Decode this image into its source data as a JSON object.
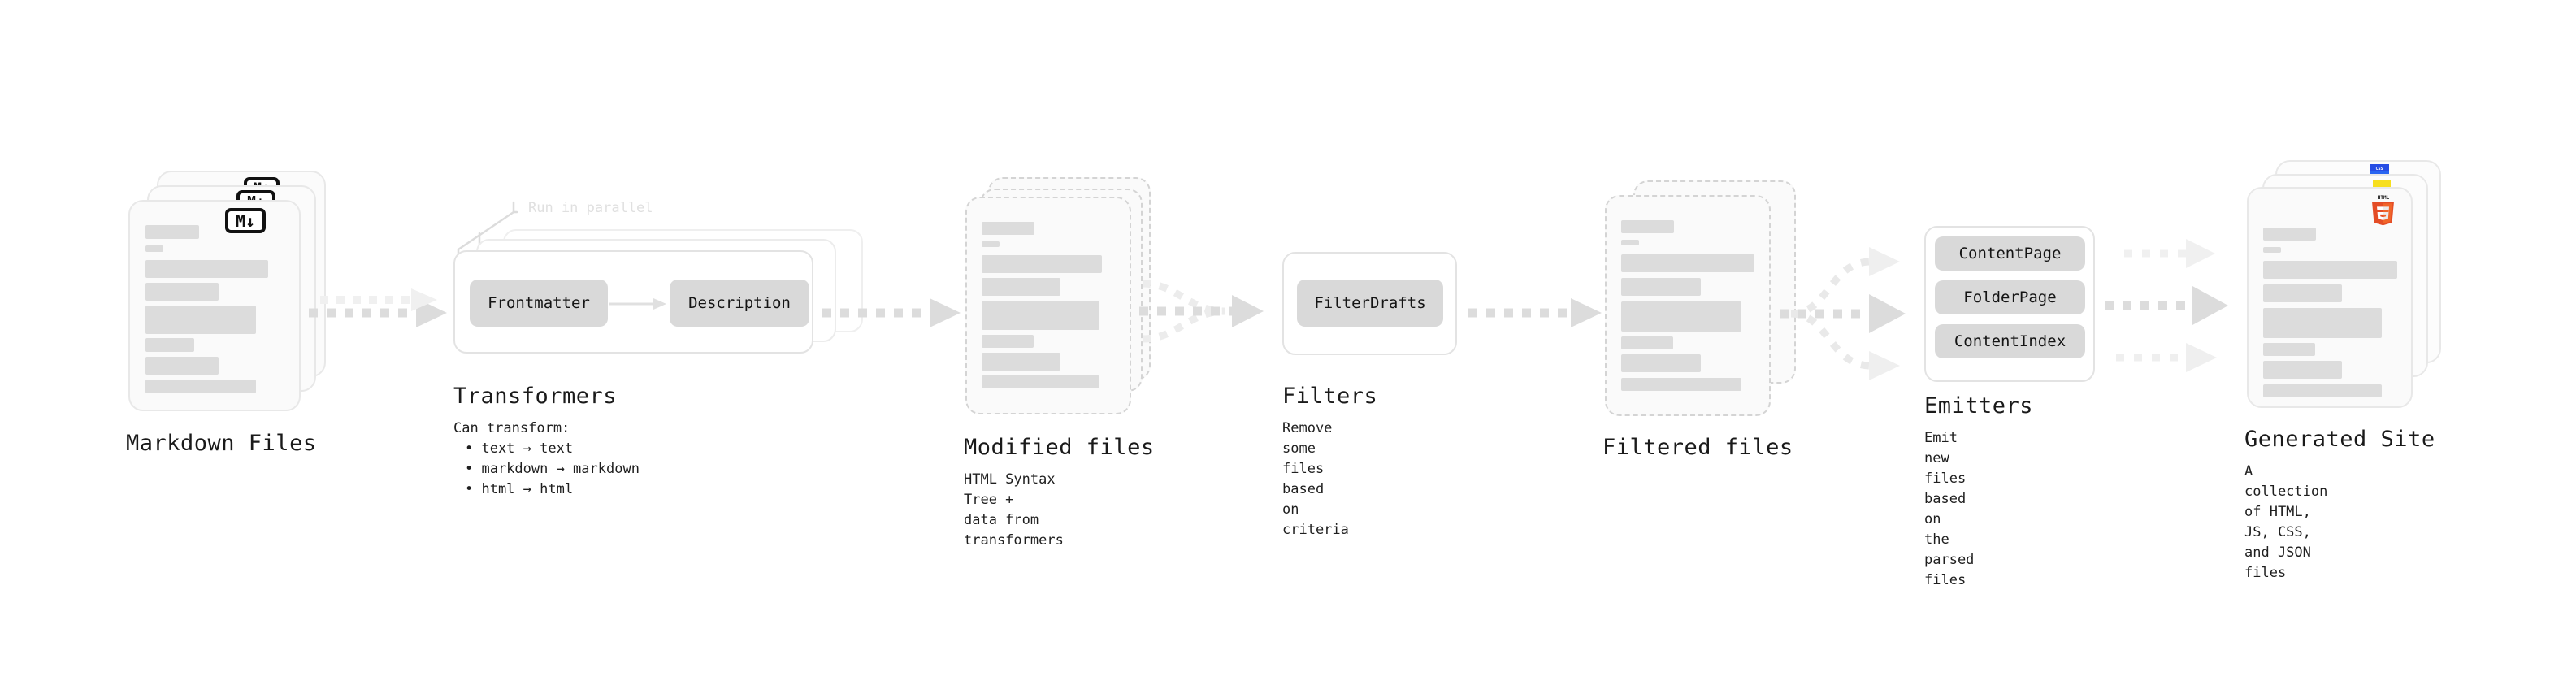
{
  "diagram": {
    "title_font_note": "monospace",
    "palette": {
      "card_bg": "#fafafa",
      "card_border": "#e8e8e8",
      "dashed_border": "#d4d4d4",
      "skeleton": "#dcdcdc",
      "chip_bg": "#d9d9d9",
      "arrow": "#d9d9d9",
      "arrow_faint": "#ececec",
      "text": "#1a1a1a",
      "ghost_text": "#e0e0e0",
      "html5_orange": "#e44d26",
      "html5_orange_light": "#f16529",
      "js_yellow": "#f7df1e",
      "css_blue": "#264de4",
      "md_black": "#111111"
    }
  },
  "stages": {
    "markdown": {
      "title": "Markdown Files",
      "badge": "M↓",
      "badge_icon_name": "markdown-icon",
      "card_count": 3,
      "skeleton_widths": [
        68,
        30,
        140,
        80,
        120,
        58,
        80,
        120
      ]
    },
    "transformers": {
      "title": "Transformers",
      "parallel_label": "Run in parallel",
      "chips": [
        "Frontmatter",
        "Description"
      ],
      "layer_count": 3,
      "caption_heading": "Can transform:",
      "caption_items": [
        "• text → text",
        "• markdown → markdown",
        "• html → html"
      ]
    },
    "modified": {
      "title": "Modified files",
      "caption": "HTML Syntax Tree +\ndata from transformers",
      "card_count": 3
    },
    "filters": {
      "title": "Filters",
      "chips": [
        "FilterDrafts"
      ],
      "caption": "Remove some files based\non criteria"
    },
    "filtered": {
      "title": "Filtered files",
      "caption": "",
      "card_count": 2
    },
    "emitters": {
      "title": "Emitters",
      "chips": [
        "ContentPage",
        "FolderPage",
        "ContentIndex"
      ],
      "caption": "Emit new files based on\nthe parsed files"
    },
    "generated": {
      "title": "Generated Site",
      "caption": "A collection of HTML,\nJS, CSS, and JSON files",
      "badges": [
        "HTML5",
        "JS",
        "CSS"
      ],
      "card_count": 3
    }
  }
}
